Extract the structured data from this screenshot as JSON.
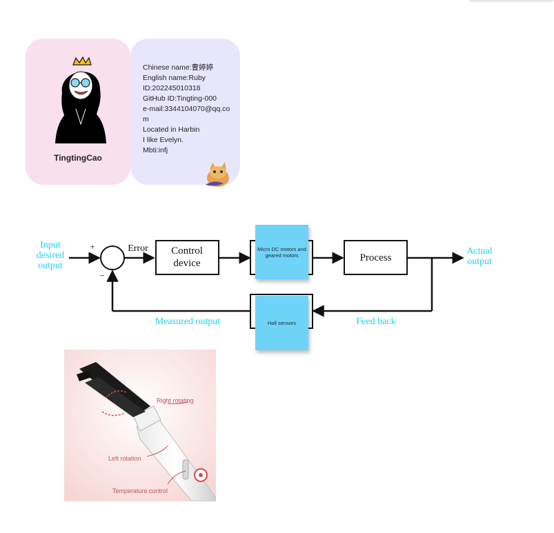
{
  "profile": {
    "name": "TingtingCao",
    "info_lines": [
      "Chinese name:曹婷婷",
      "English name:Ruby",
      "ID:202245010318",
      "GitHub ID:Tingting-000",
      "e-mail:3344104070@qq.com",
      "Located in Harbin",
      "I like Evelyn.",
      "Mbti:infj"
    ]
  },
  "diagram": {
    "input_label": "Input desired output",
    "plus_sign": "+",
    "minus_sign": "−",
    "error_label": "Error",
    "control_device": "Control device",
    "motors_note": "Micro DC motors and geared motors",
    "process_label": "Process",
    "actual_output": "Actual output",
    "sensor_note": "Hall sensors",
    "feedback_label": "Feed back",
    "measured_output": "Measured output"
  },
  "product_photo": {
    "right_label": "Right rotating",
    "left_label": "Left rotation",
    "temp_label": "Temperature control"
  },
  "colors": {
    "cyan_text": "#19d3ee",
    "sticky_note": "#6fd3f7",
    "card_pink": "#f8e0ec",
    "card_lavender": "#e8e6fb"
  }
}
